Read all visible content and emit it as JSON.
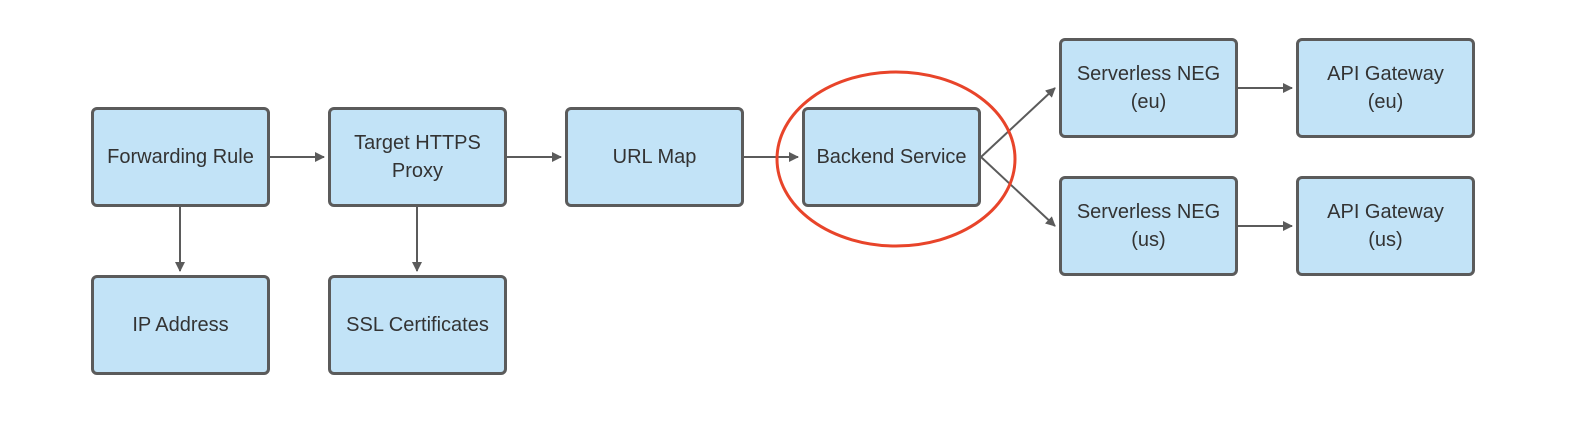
{
  "nodes": {
    "forwarding_rule": "Forwarding Rule",
    "target_https_proxy": "Target HTTPS\nProxy",
    "url_map": "URL Map",
    "backend_service": "Backend Service",
    "serverless_neg_eu": "Serverless NEG\n(eu)",
    "api_gateway_eu": "API Gateway\n(eu)",
    "serverless_neg_us": "Serverless NEG\n(us)",
    "api_gateway_us": "API Gateway\n(us)",
    "ip_address": "IP Address",
    "ssl_certificates": "SSL Certificates"
  },
  "edges": [
    {
      "from": "forwarding_rule",
      "to": "target_https_proxy"
    },
    {
      "from": "target_https_proxy",
      "to": "url_map"
    },
    {
      "from": "url_map",
      "to": "backend_service"
    },
    {
      "from": "backend_service",
      "to": "serverless_neg_eu"
    },
    {
      "from": "backend_service",
      "to": "serverless_neg_us"
    },
    {
      "from": "serverless_neg_eu",
      "to": "api_gateway_eu"
    },
    {
      "from": "serverless_neg_us",
      "to": "api_gateway_us"
    },
    {
      "from": "forwarding_rule",
      "to": "ip_address"
    },
    {
      "from": "target_https_proxy",
      "to": "ssl_certificates"
    }
  ],
  "highlight": {
    "node": "backend_service",
    "color": "#e8442a"
  },
  "colors": {
    "node_fill": "#c2e3f7",
    "node_border": "#5b5b5b",
    "arrow": "#5b5b5b"
  }
}
